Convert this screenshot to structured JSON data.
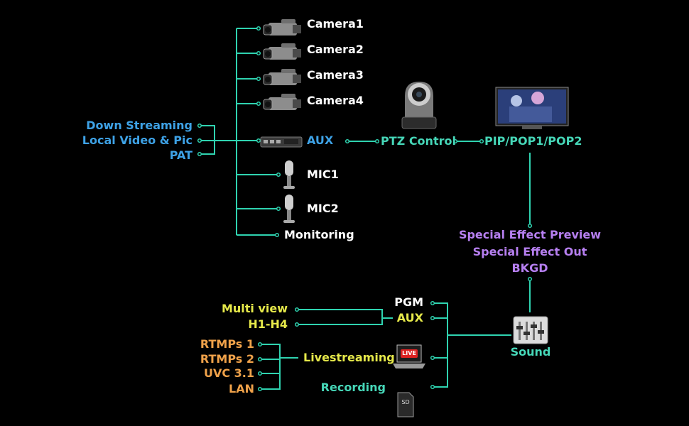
{
  "cameras": [
    "Camera1",
    "Camera2",
    "Camera3",
    "Camera4"
  ],
  "aux_label": "AUX",
  "mics": [
    "MIC1",
    "MIC2"
  ],
  "monitoring": "Monitoring",
  "inputs_left": [
    "Down Streaming",
    "Local Video & Pic",
    "PAT"
  ],
  "ptz_control": "PTZ Control",
  "pip": "PIP/POP1/POP2",
  "effects": [
    "Special Effect Preview",
    "Special Effect Out",
    "BKGD"
  ],
  "sound": "Sound",
  "pgm": "PGM",
  "aux_out": "AUX",
  "multi_outputs": [
    "Multi view",
    "H1-H4"
  ],
  "livestreaming": "Livestreaming",
  "stream_outputs": [
    "RTMPs 1",
    "RTMPs 2",
    "UVC 3.1",
    "LAN"
  ],
  "recording": "Recording",
  "live_badge": "LIVE",
  "sd_card": "SD",
  "colors": {
    "line": "#2fd3b0",
    "white": "#ffffff",
    "blue": "#3ea2e6",
    "teal": "#46d7b8",
    "purple": "#b67ff0",
    "yellow": "#e6e94a",
    "orange": "#f0a24a"
  }
}
